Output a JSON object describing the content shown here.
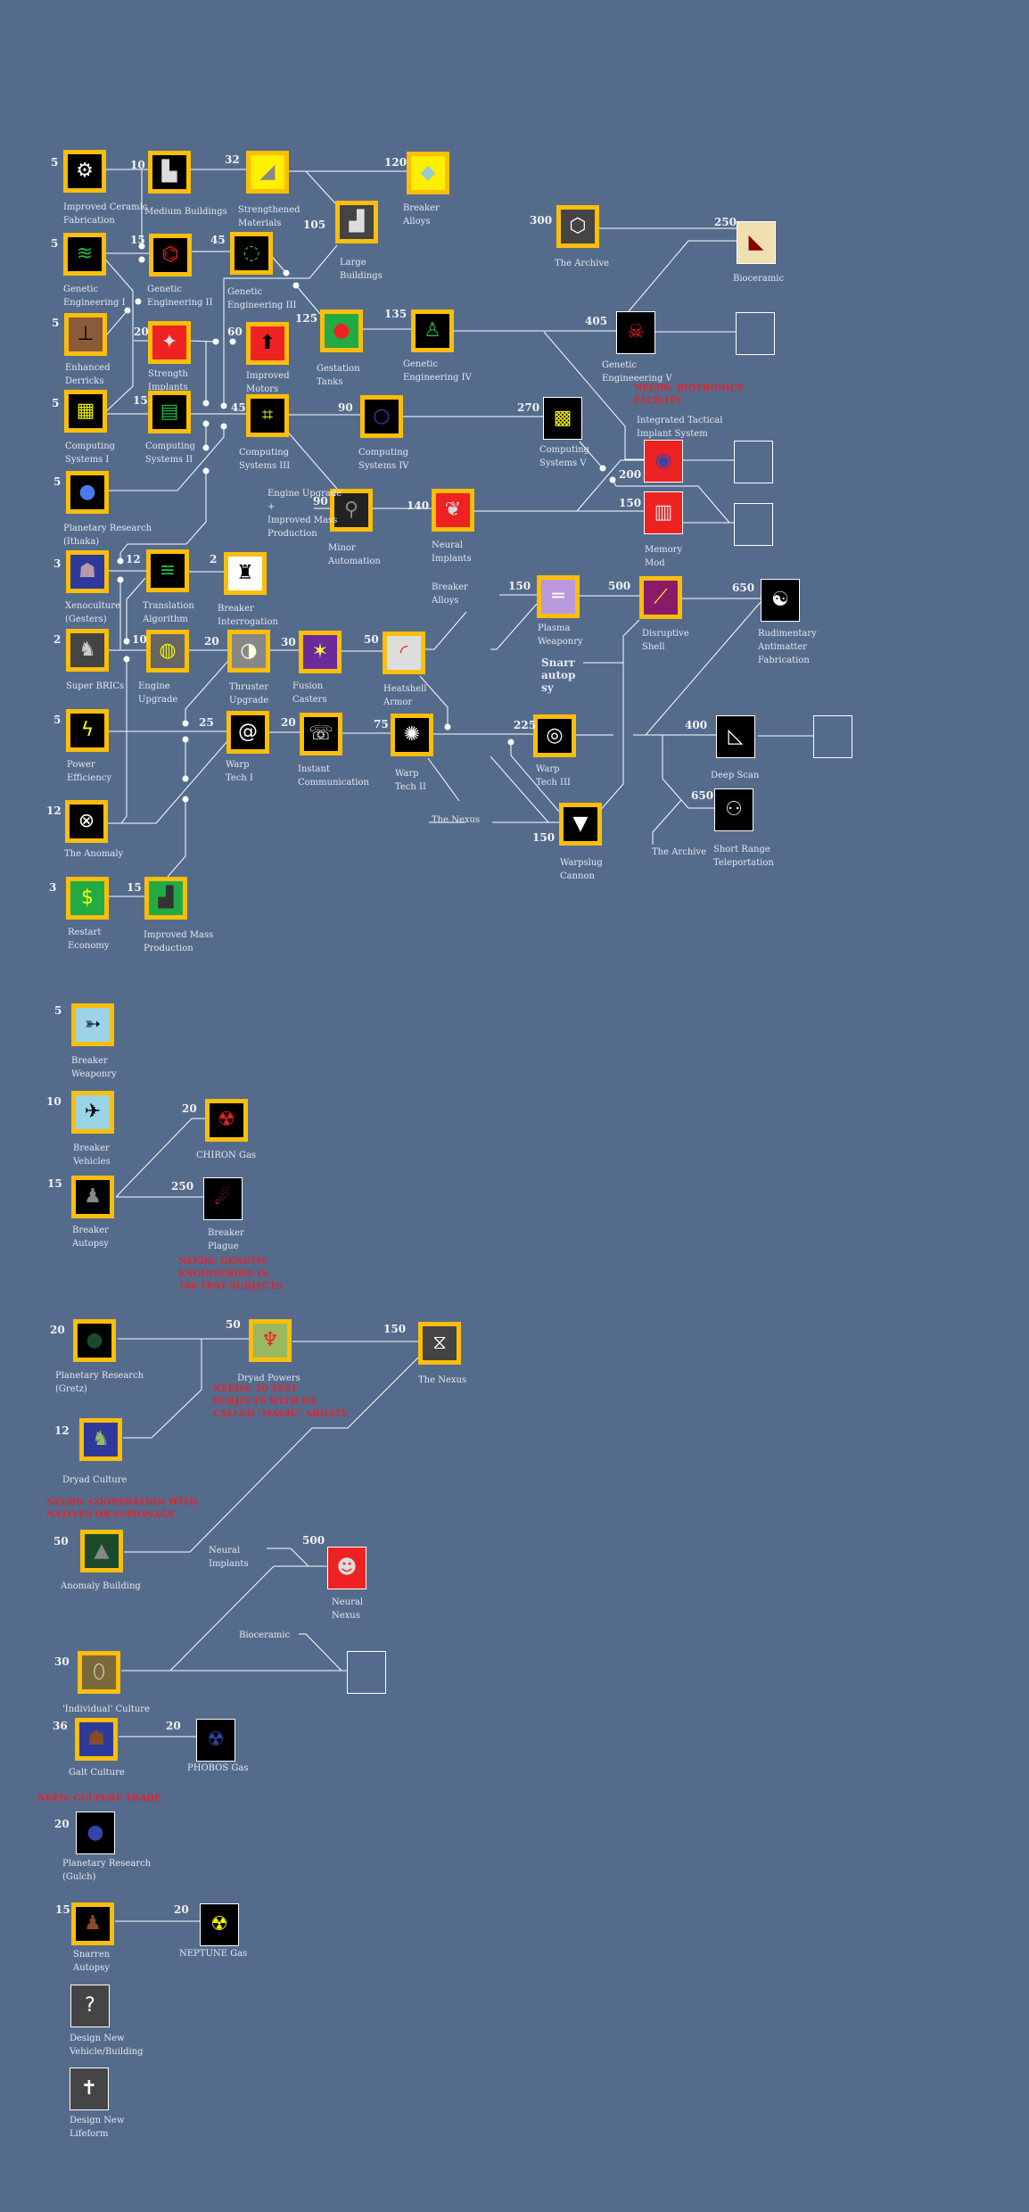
{
  "nodes": [
    {
      "label": "Improved Ceramic\nFabrication",
      "cost": "5",
      "icon": "gear-icon"
    },
    {
      "label": "Medium Buildings",
      "cost": "10",
      "icon": "buildings-icon"
    },
    {
      "label": "Strengthened\nMaterials",
      "cost": "32",
      "icon": "blade-icon"
    },
    {
      "label": "Breaker\nAlloys",
      "cost": "120",
      "icon": "crystal-icon"
    },
    {
      "label": "Large\nBuildings",
      "cost": "105",
      "icon": "tower-icon"
    },
    {
      "label": "Genetic\nEngineering I",
      "cost": "5",
      "icon": "dna-icon"
    },
    {
      "label": "Genetic\nEngineering II",
      "cost": "15",
      "icon": "molecule-icon"
    },
    {
      "label": "Genetic\nEngineering III",
      "cost": "45",
      "icon": "cell-icon"
    },
    {
      "label": "Enhanced\nDerricks",
      "cost": "5",
      "icon": "derrick-icon"
    },
    {
      "label": "Strength\nImplants",
      "cost": "20",
      "icon": "arm-implant-icon"
    },
    {
      "label": "Improved\nMotors",
      "cost": "60",
      "icon": "motor-gear-icon"
    },
    {
      "label": "Gestation\nTanks",
      "cost": "125",
      "icon": "tank-icon"
    },
    {
      "label": "Genetic\nEngineering IV",
      "cost": "135",
      "icon": "humanoid-dna-icon"
    },
    {
      "label": "Computing\nSystems I",
      "cost": "5",
      "icon": "circuit-icon"
    },
    {
      "label": "Computing\nSystems II",
      "cost": "15",
      "icon": "circuit-icon"
    },
    {
      "label": "Computing\nSystems III",
      "cost": "45",
      "icon": "circuit-icon"
    },
    {
      "label": "Computing\nSystems IV",
      "cost": "90",
      "icon": "circuit-icon"
    },
    {
      "label": "Planetary Research\n(Ithaka)",
      "cost": "5",
      "icon": "planet-icon"
    },
    {
      "label": "Minor\nAutomation",
      "cost": "90",
      "icon": "robot-arm-icon"
    },
    {
      "label": "Neural\nImplants",
      "cost": "140",
      "icon": "brain-icon"
    },
    {
      "label": "The Archive",
      "cost": "300",
      "icon": "cube-icon"
    },
    {
      "label": "Bioceramic",
      "cost": "250",
      "icon": "bioceramic-icon"
    },
    {
      "label": "Genetic\nEngineeering V",
      "cost": "405",
      "icon": "skull-dna-icon"
    },
    {
      "label": "Computing\nSystems V",
      "cost": "270",
      "icon": "circuit-icon"
    },
    {
      "label": "Integrated Tactical\nImplant System",
      "cost": "200",
      "icon": "eye-icon"
    },
    {
      "label": "Memory\nMod",
      "cost": "150",
      "icon": "book-icon"
    },
    {
      "label": "Xenoculture\n(Gesters)",
      "cost": "3",
      "icon": "alien-icon"
    },
    {
      "label": "Translation\nAlgorithm",
      "cost": "12",
      "icon": "terminal-icon"
    },
    {
      "label": "Breaker\nInterrogation",
      "cost": "2",
      "icon": "silhouette-icon"
    },
    {
      "label": "Super BRICs",
      "cost": "2",
      "icon": "robot-icon"
    },
    {
      "label": "Engine\nUpgrade",
      "cost": "10",
      "icon": "engine-icon"
    },
    {
      "label": "Thruster\nUpgrade",
      "cost": "20",
      "icon": "thruster-icon"
    },
    {
      "label": "Fusion\nCasters",
      "cost": "30",
      "icon": "fusion-icon"
    },
    {
      "label": "Heatshell\nArmor",
      "cost": "50",
      "icon": "heatshield-icon"
    },
    {
      "label": "Power\nEfficiency",
      "cost": "5",
      "icon": "lightning-icon"
    },
    {
      "label": "Warp\nTech I",
      "cost": "25",
      "icon": "spiral-icon"
    },
    {
      "label": "Instant\nCommunication",
      "cost": "20",
      "icon": "phone-icon"
    },
    {
      "label": "Warp\nTech II",
      "cost": "75",
      "icon": "starburst-icon"
    },
    {
      "label": "The Anomaly",
      "cost": "12",
      "icon": "wheel-icon"
    },
    {
      "label": "Restart\nEconomy",
      "cost": "3",
      "icon": "dollar-icon"
    },
    {
      "label": "Improved Mass\nProduction",
      "cost": "15",
      "icon": "factory-icon"
    },
    {
      "label": "Plasma\nWeaponry",
      "cost": "150",
      "icon": "plasma-icon"
    },
    {
      "label": "Disruptive\nShell",
      "cost": "500",
      "icon": "shell-icon"
    },
    {
      "label": "Rudimentary\nAntimatter\nFabrication",
      "cost": "650",
      "icon": "yin-yang-icon"
    },
    {
      "label": "Warp\nTech III",
      "cost": "225",
      "icon": "rings-icon"
    },
    {
      "label": "Deep Scan",
      "cost": "400",
      "icon": "scan-icon"
    },
    {
      "label": "Short Range\nTeleportation",
      "cost": "650",
      "icon": "teleport-icon"
    },
    {
      "label": "Warpslug\nCannon",
      "cost": "150",
      "icon": "cannon-icon"
    },
    {
      "label": "Breaker\nWeaponry",
      "cost": "5",
      "icon": "weapon-icon"
    },
    {
      "label": "Breaker\nVehicles",
      "cost": "10",
      "icon": "vehicle-icon"
    },
    {
      "label": "CHIRON Gas",
      "cost": "20",
      "icon": "gas-icon"
    },
    {
      "label": "Breaker\nAutopsy",
      "cost": "15",
      "icon": "autopsy-icon"
    },
    {
      "label": "Breaker\nPlague",
      "cost": "250",
      "icon": "plague-icon"
    },
    {
      "label": "Planetary Research\n(Gretz)",
      "cost": "20",
      "icon": "planet-icon"
    },
    {
      "label": "Dryad Powers",
      "cost": "50",
      "icon": "dryad-powers-icon"
    },
    {
      "label": "The Nexus",
      "cost": "150",
      "icon": "nexus-icon"
    },
    {
      "label": "Dryad Culture",
      "cost": "12",
      "icon": "dryad-icon"
    },
    {
      "label": "Anomaly Building",
      "cost": "50",
      "icon": "monolith-icon"
    },
    {
      "label": "Neural\nNexus",
      "cost": "500",
      "icon": "head-icon"
    },
    {
      "label": "'Individual' Culture",
      "cost": "30",
      "icon": "mask-icon"
    },
    {
      "label": "Galt Culture",
      "cost": "36",
      "icon": "creature-icon"
    },
    {
      "label": "PHOBOS Gas",
      "cost": "20",
      "icon": "gas-icon"
    },
    {
      "label": "Planetary Research\n(Gulch)",
      "cost": "20",
      "icon": "planet-icon"
    },
    {
      "label": "Snarren\nAutopsy",
      "cost": "15",
      "icon": "snarren-icon"
    },
    {
      "label": "NEPTUNE Gas",
      "cost": "20",
      "icon": "gas-icon"
    },
    {
      "label": "Design New\nVehicle/Building",
      "cost": null,
      "icon": "gear-question-icon"
    },
    {
      "label": "Design New\nLifeform",
      "cost": null,
      "icon": "figure-question-icon"
    }
  ],
  "references": [
    "Engine Upgrade\n+\nImproved Mass\nProduction",
    "Breaker\nAlloys",
    "The Nexus",
    "Snarr\nautop\nsy",
    "The Archive",
    "Neural\nImplants",
    "Bioceramic"
  ],
  "requirements": [
    "NEEDS: BIOTRONICS\nFACILITY",
    "NEEDS: GENETIC\nENGINEERING IV,\n100 TEST SUBJECTS",
    "NEEDS: 10 TEST\nSUBJECTS WITH SO\nCALLED \"MAGIC\" ABILITY",
    "NEEDS: COOPERATION WITH\nNATIVES OR ESPIONAGE",
    "NEED: CULTURE TRADE"
  ],
  "colors": {
    "background": "#546b8c",
    "highlight_border": "#fcbe0a",
    "requirement": "#e8202a"
  }
}
